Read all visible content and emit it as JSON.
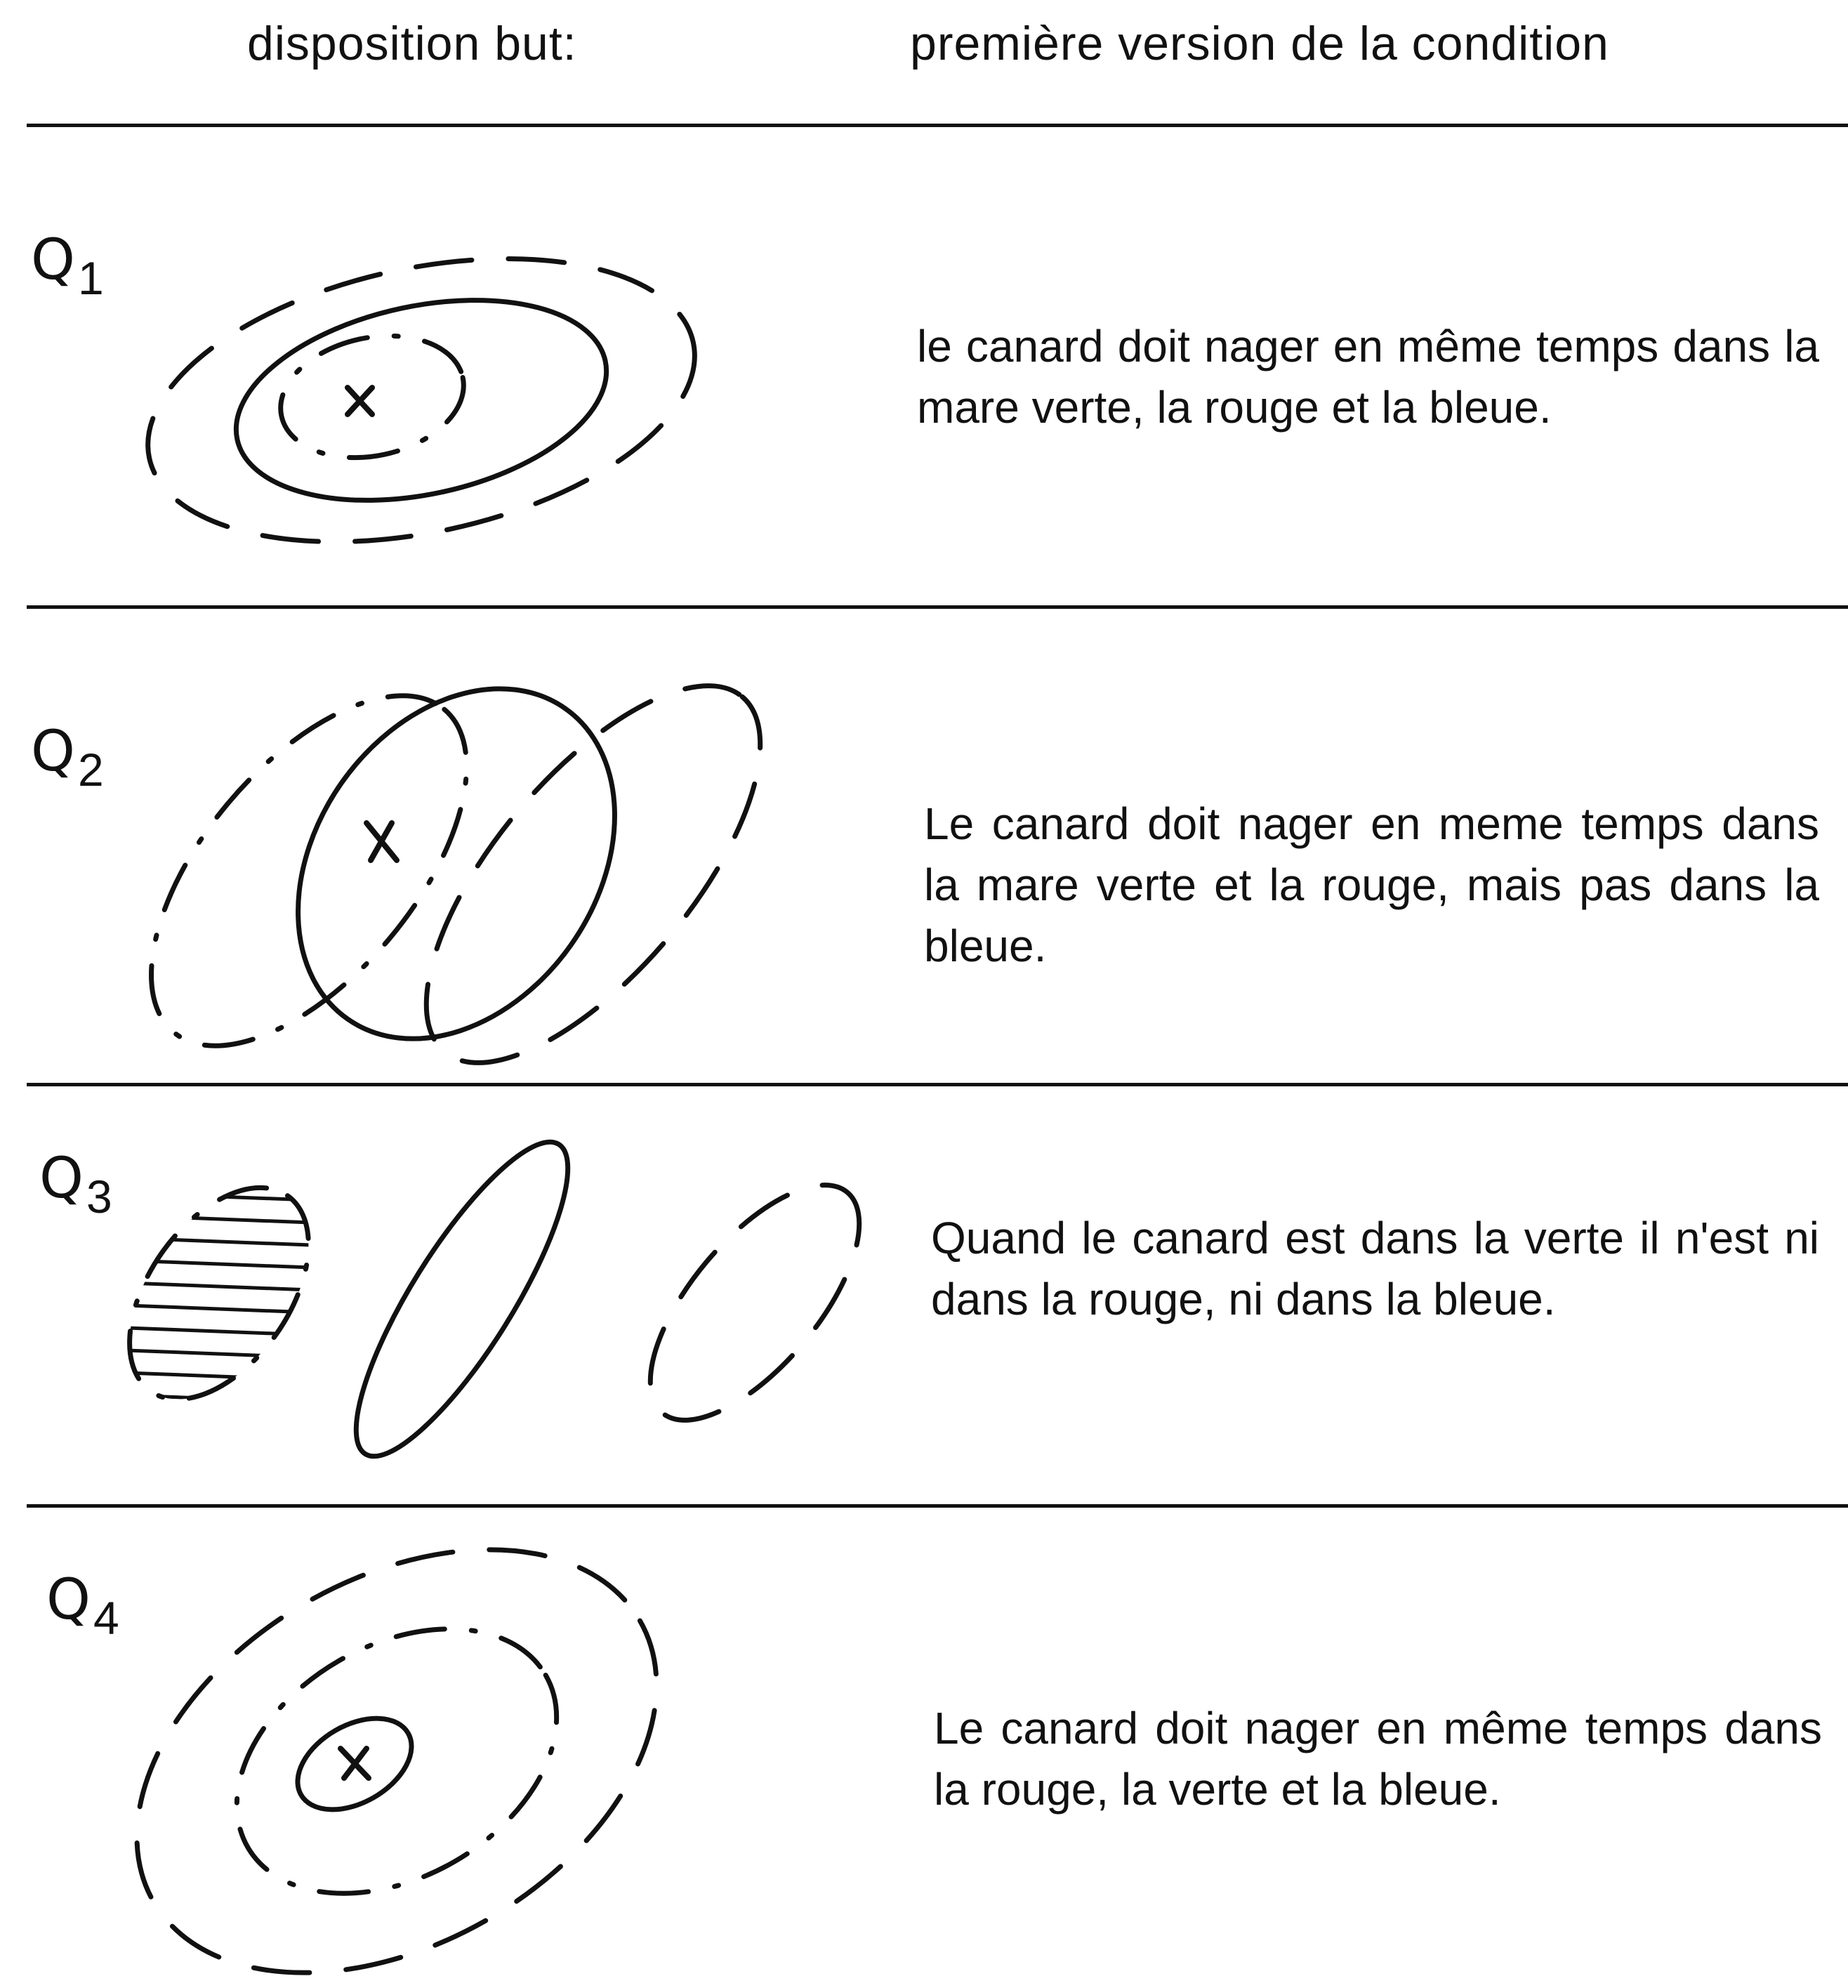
{
  "header": {
    "left": "disposition but:",
    "right": "première version de la condition"
  },
  "rows": [
    {
      "letter": "Q",
      "index": "1",
      "condition": "le canard doit nager en même temps dans la mare verte, la rouge et la bleue."
    },
    {
      "letter": "Q",
      "index": "2",
      "condition": "Le canard doit nager en meme temps dans la mare verte et la rouge, mais pas dans la bleue."
    },
    {
      "letter": "Q",
      "index": "3",
      "condition": "Quand le canard est dans la verte il n'est ni dans la rouge, ni dans la bleue."
    },
    {
      "letter": "Q",
      "index": "4",
      "condition": "Le canard doit nager en même temps dans la rouge, la verte et la bleue."
    }
  ]
}
